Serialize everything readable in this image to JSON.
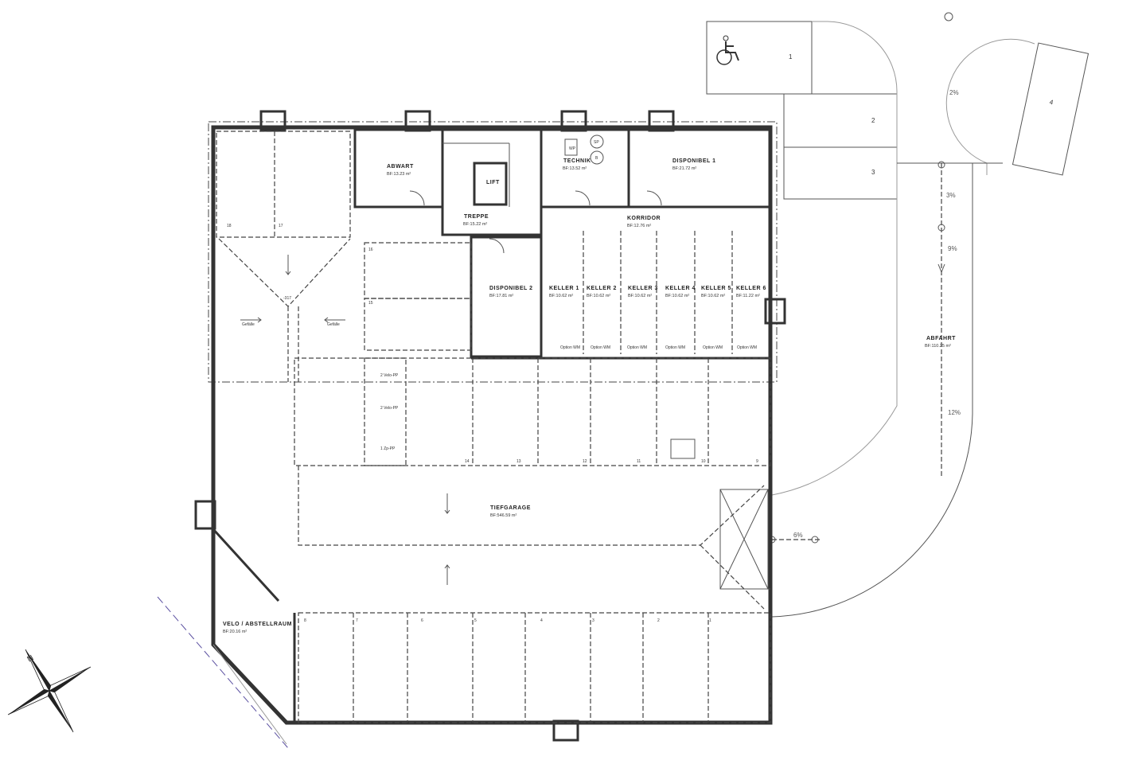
{
  "rooms": {
    "abwart": {
      "name": "ABWART",
      "area": "BF:13.23 m²"
    },
    "treppe": {
      "name": "TREPPE",
      "area": "BF:15.22 m²"
    },
    "lift": {
      "name": "LIFT"
    },
    "technik": {
      "name": "TECHNIK",
      "area": "BF:13.52 m²",
      "wp": "WP",
      "sp": "SP",
      "b": "B"
    },
    "disponibel1": {
      "name": "DISPONIBEL 1",
      "area": "BF:21.72 m²"
    },
    "korridor": {
      "name": "KORRIDOR",
      "area": "BF:12.76 m²"
    },
    "disponibel2": {
      "name": "DISPONIBEL 2",
      "area": "BF:17.81 m²"
    },
    "keller": [
      {
        "name": "KELLER 1",
        "area": "BF:10.62 m²",
        "note": "Option WM"
      },
      {
        "name": "KELLER 2",
        "area": "BF:10.62 m²",
        "note": "Option WM"
      },
      {
        "name": "KELLER 3",
        "area": "BF:10.62 m²",
        "note": "Option WM"
      },
      {
        "name": "KELLER 4",
        "area": "BF:10.62 m²",
        "note": "Option WM"
      },
      {
        "name": "KELLER 5",
        "area": "BF:10.62 m²",
        "note": "Option WM"
      },
      {
        "name": "KELLER 6",
        "area": "BF:11.22 m²",
        "note": "Option WM"
      }
    ],
    "tiefgarage": {
      "name": "TIEFGARAGE",
      "area": "BF:546.59 m²"
    },
    "velo": {
      "name": "VELO / ABSTELLRAUM",
      "area": "BF:20.16 m²"
    },
    "abfahrt": {
      "name": "ABFAHRT",
      "area": "BF:110.25 m²"
    }
  },
  "parking": {
    "top_row": [
      "14",
      "13",
      "12",
      "11",
      "10",
      "9"
    ],
    "bottom_row": [
      "8",
      "7",
      "6",
      "5",
      "4",
      "3",
      "2",
      "1"
    ],
    "left": [
      "18",
      "17",
      "16",
      "15"
    ],
    "outside": [
      "1",
      "2",
      "3",
      "4"
    ]
  },
  "annotations": {
    "gefaelle": "Gefälle",
    "level": "-317",
    "bike_pp_1": "2 Velo-PP",
    "bike_pp_2": "2 Velo-PP",
    "moto_pp": "1 Zp-PP"
  },
  "slopes": {
    "s1": "2%",
    "s2": "3%",
    "s3": "9%",
    "s4": "12%",
    "s5": "6%"
  },
  "compass": {
    "north_label": "N"
  },
  "icons": [
    "wheelchair-icon",
    "compass-rose-icon"
  ],
  "colors": {
    "walls": "#333333",
    "property_line": "#5a4fa0"
  }
}
